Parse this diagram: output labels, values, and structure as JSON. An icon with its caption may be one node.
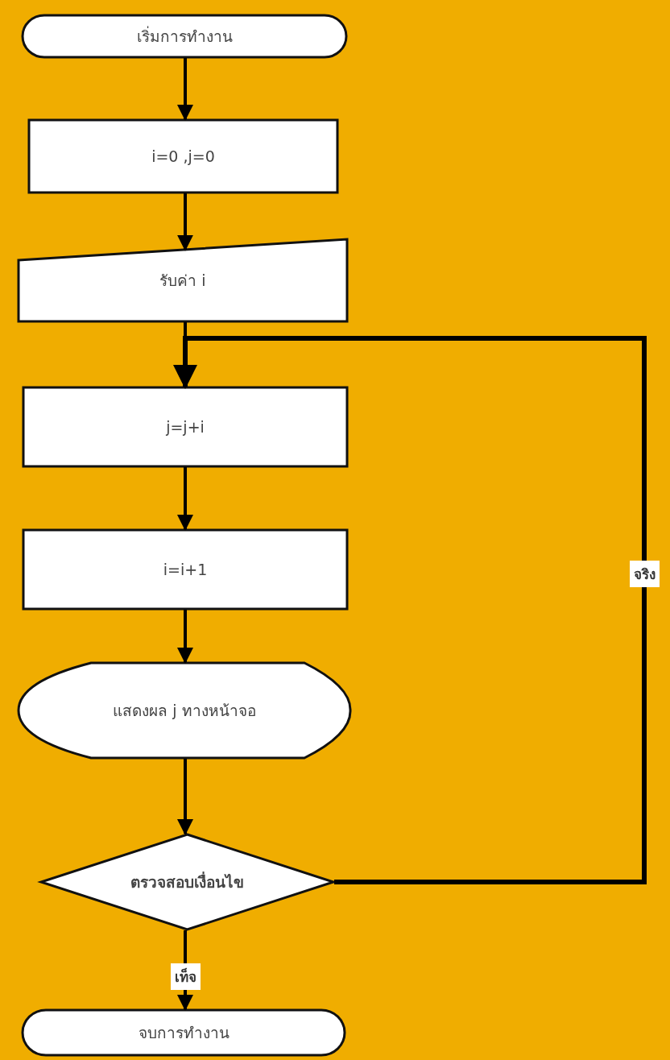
{
  "diagram": {
    "nodes": [
      {
        "text": [
          "เริ่มการทำงาน"
        ]
      },
      {
        "text": [
          "i=0 ,j=0"
        ]
      },
      {
        "text": [
          "รับค่า i"
        ]
      },
      {
        "text": [
          "j=j+i"
        ]
      },
      {
        "text": [
          "i=i+1"
        ]
      },
      {
        "text": [
          "แสดงผล j ทางหน้าจอ"
        ]
      },
      {
        "text": [
          "ตรวจสอบเงื่อนไข"
        ]
      },
      {
        "text": [
          "จบการทำงาน"
        ]
      }
    ],
    "edges": [
      {
        "from": 0,
        "to": 1,
        "arrow": "to"
      },
      {
        "from": 1,
        "to": 2,
        "arrow": "to"
      },
      {
        "from": 2,
        "to": 3,
        "arrow": "to"
      },
      {
        "from": 3,
        "to": 4,
        "arrow": "to"
      },
      {
        "from": 4,
        "to": 5,
        "arrow": "to"
      },
      {
        "from": 5,
        "to": 6,
        "arrow": "to"
      },
      {
        "from": 6,
        "to": 3,
        "arrow": "to",
        "label": "จริง"
      },
      {
        "from": 6,
        "to": 7,
        "arrow": "to",
        "label": "เท็จ"
      }
    ]
  }
}
